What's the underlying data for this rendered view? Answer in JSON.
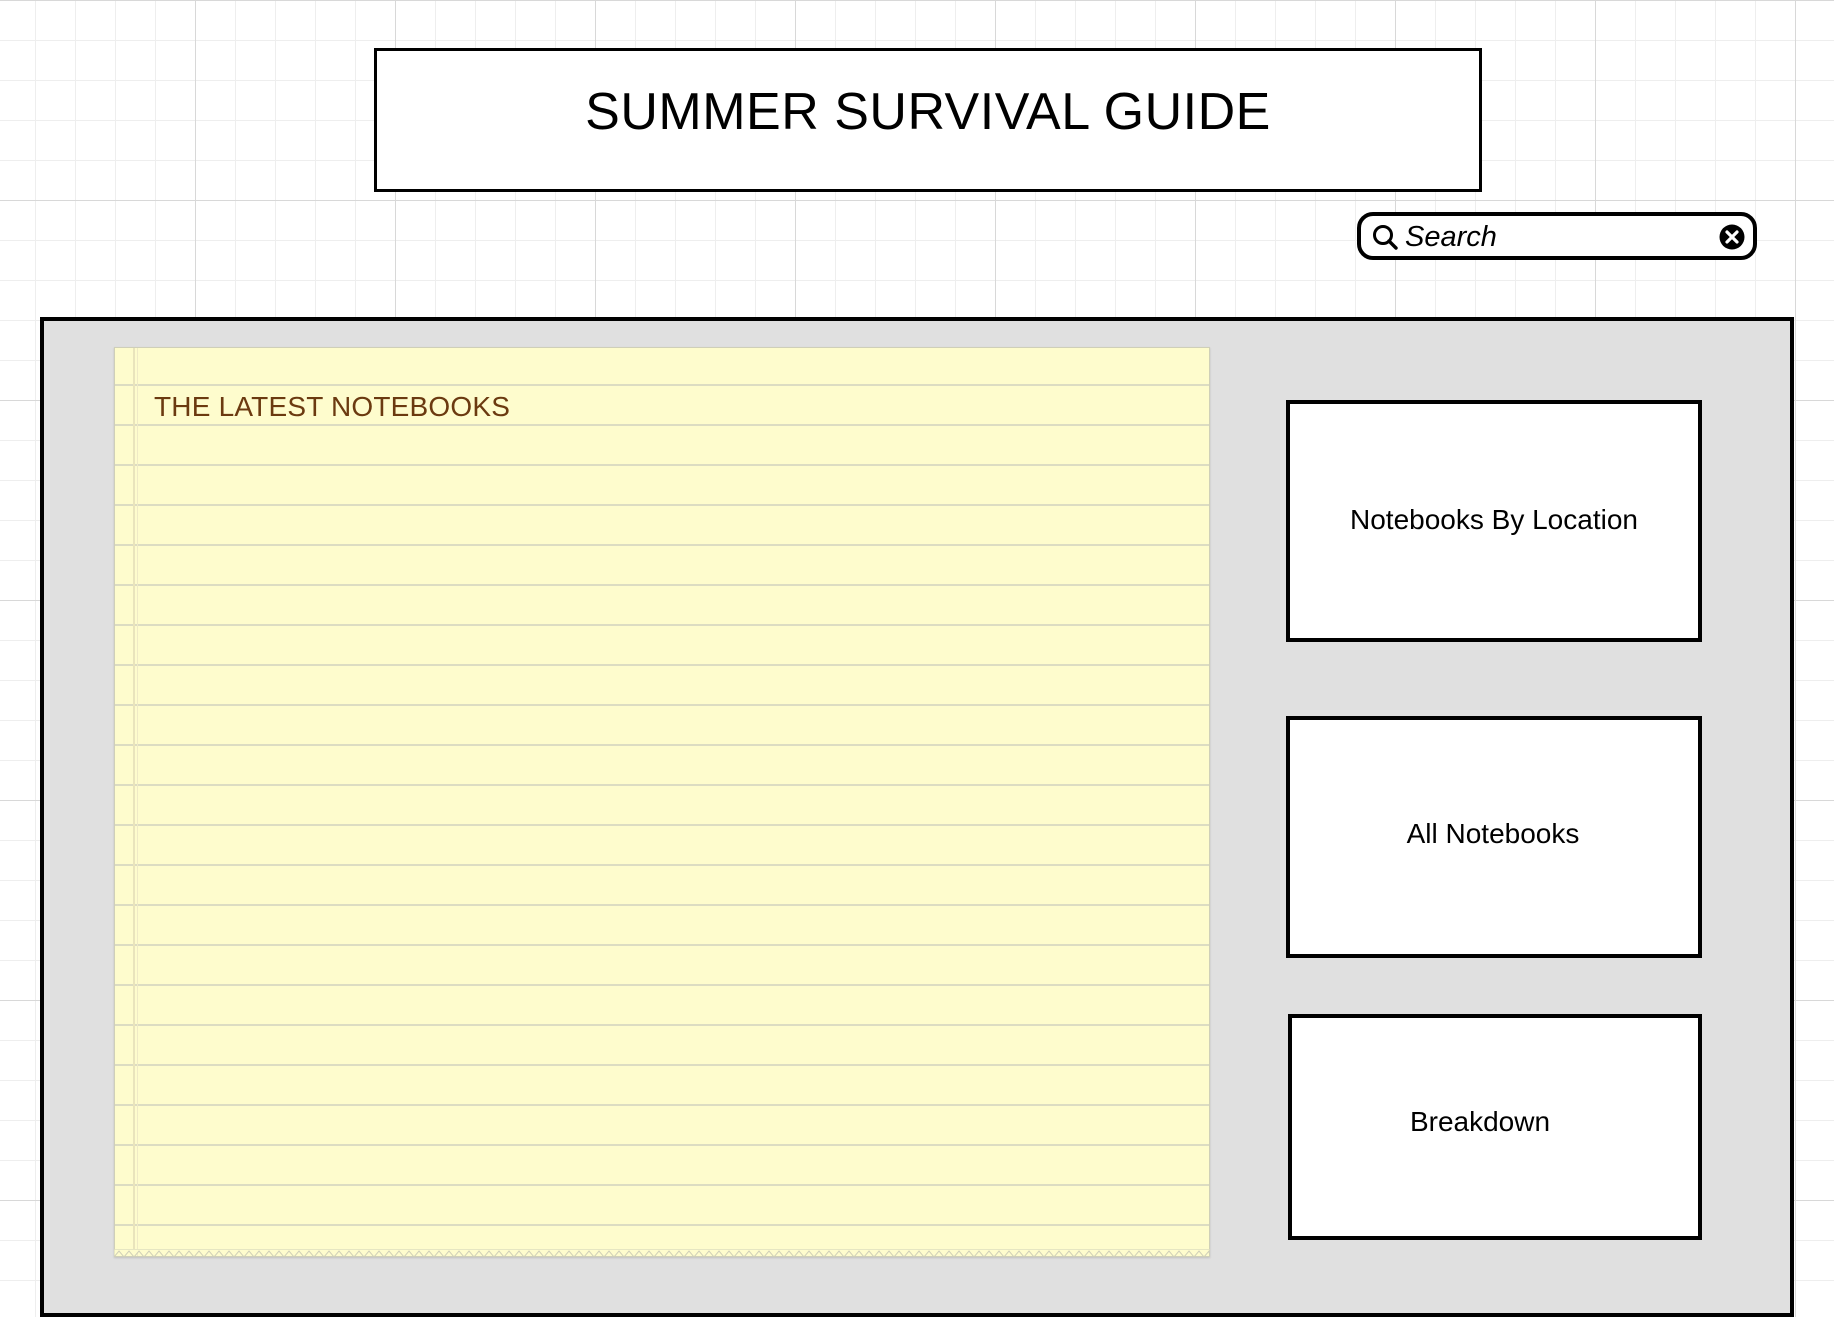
{
  "header": {
    "title": "SUMMER SURVIVAL GUIDE"
  },
  "search": {
    "placeholder": "Search",
    "value": "",
    "icon": "search-icon",
    "clear_icon": "close-circle-icon"
  },
  "notepad": {
    "heading": "THE LATEST NOTEBOOKS",
    "paper_color": "#fefccd",
    "heading_color": "#6b3a10"
  },
  "nav_cards": {
    "location_label": "Notebooks By Location",
    "all_label": "All Notebooks",
    "breakdown_label": "Breakdown"
  },
  "colors": {
    "panel_background": "#e0e0e0",
    "border": "#000000",
    "card_background": "#ffffff"
  }
}
